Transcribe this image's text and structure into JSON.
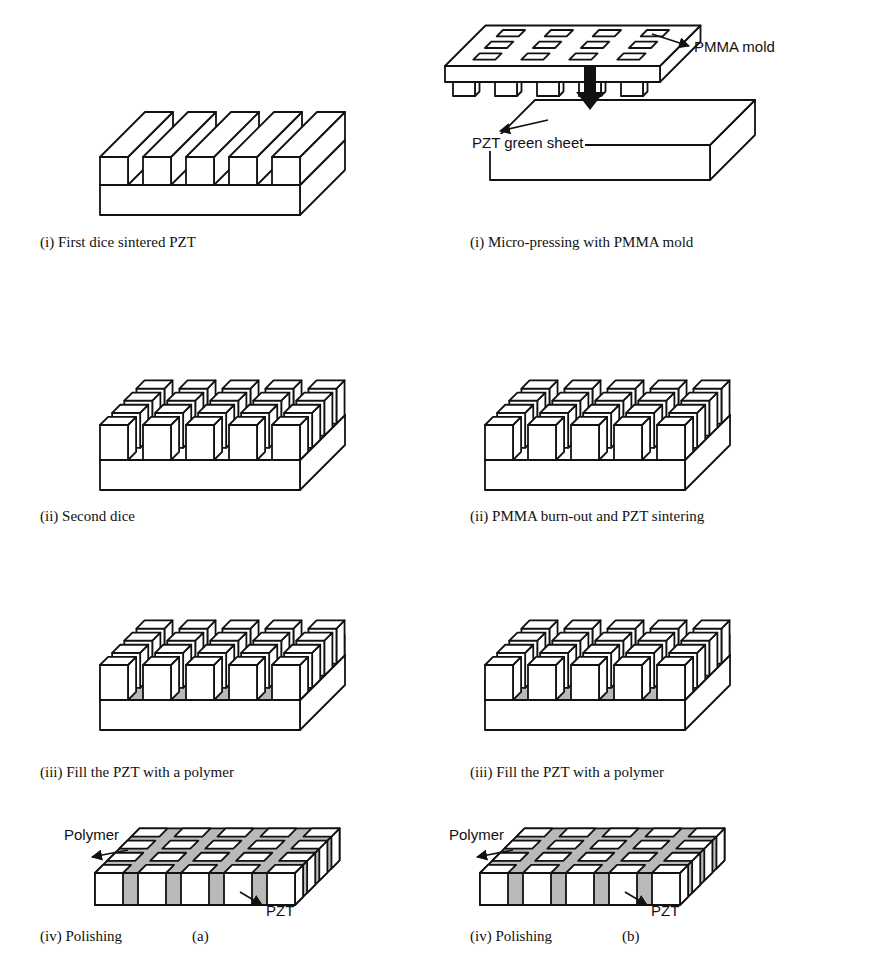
{
  "diagram": {
    "labels": [
      "PMMA mold",
      "PZT green sheet",
      "(i) First dice sintered PZT",
      "(i) Micro-pressing with PMMA mold",
      "(ii) Second dice",
      "(ii) PMMA burn-out and PZT sintering",
      "(iii) Fill the PZT with a polymer",
      "(iii) Fill the PZT with a polymer",
      "Polymer",
      "PZT",
      "Polymer",
      "PZT",
      "(iv) Polishing",
      "(a)",
      "(iv) Polishing",
      "(b)"
    ]
  }
}
